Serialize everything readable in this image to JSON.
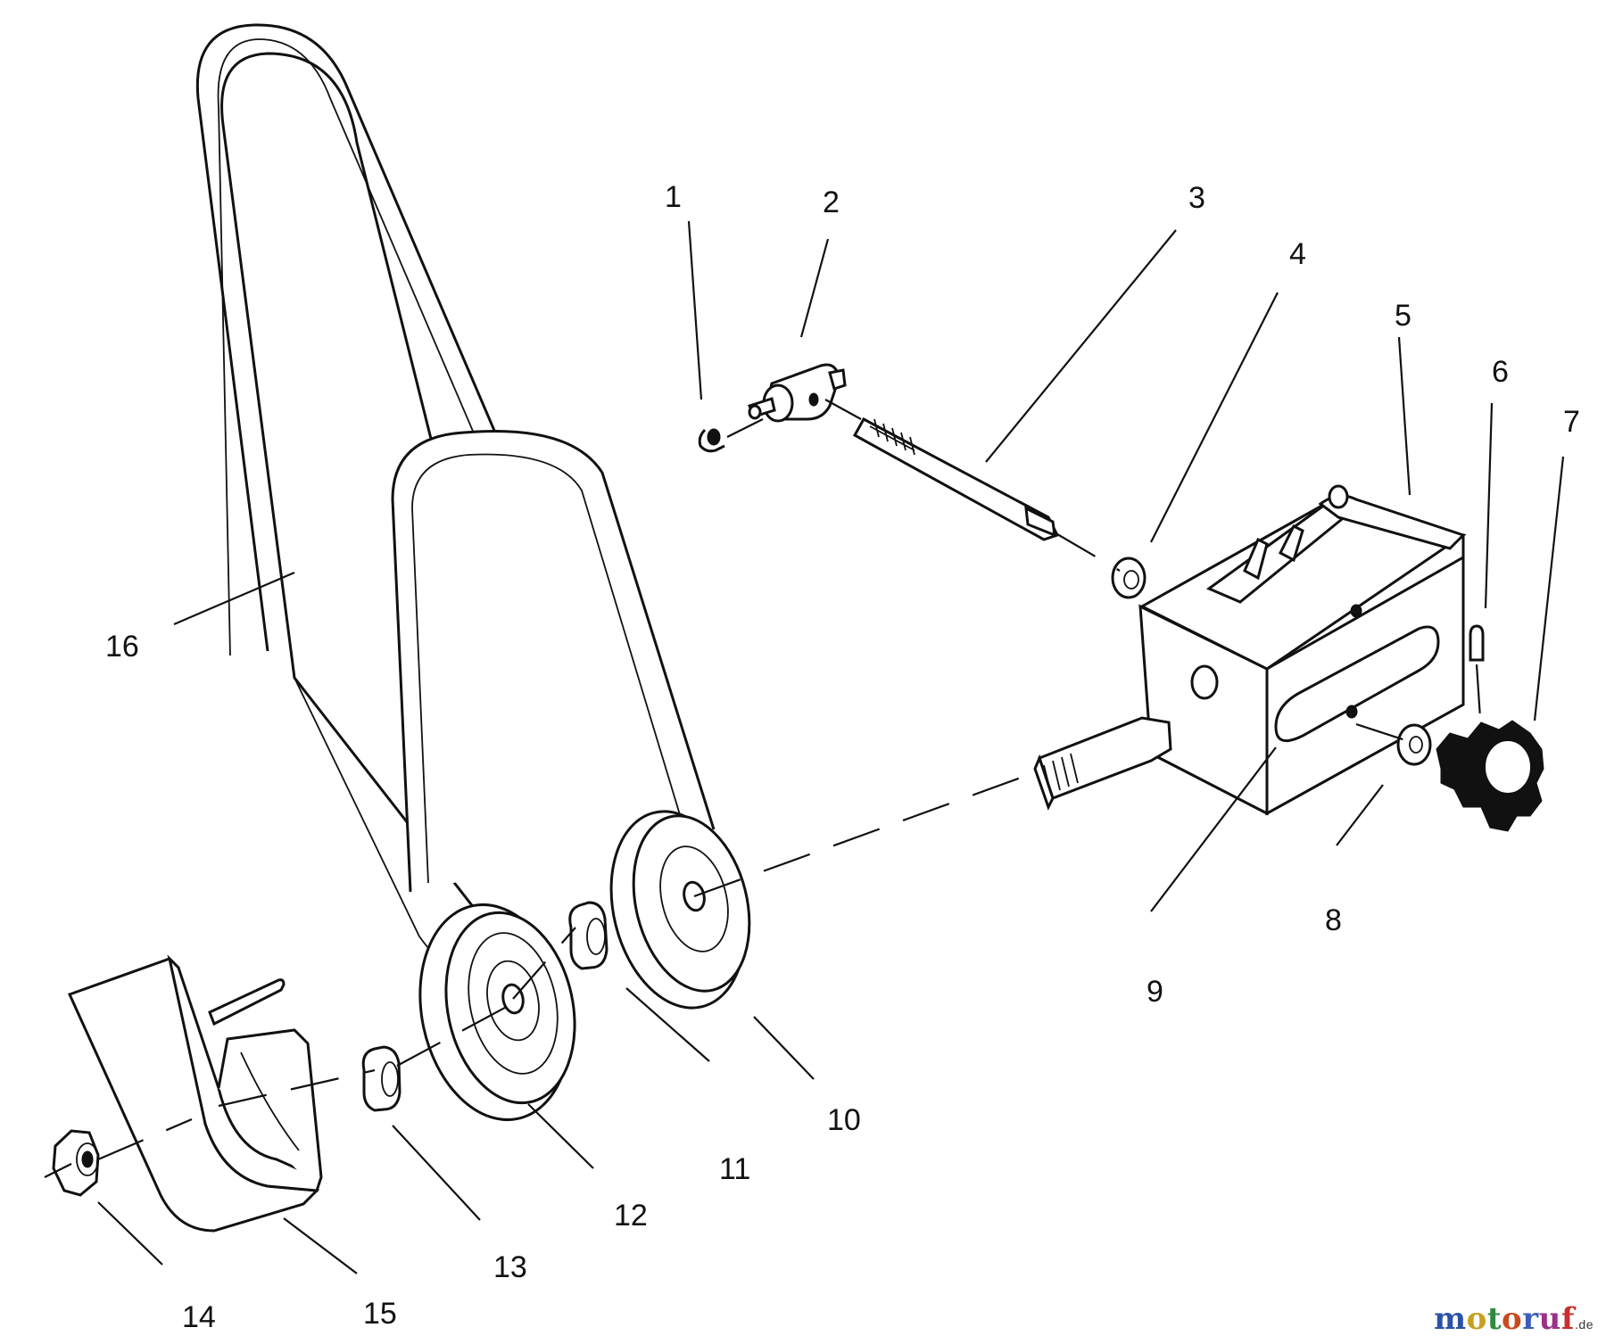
{
  "callouts": {
    "c1": "1",
    "c2": "2",
    "c3": "3",
    "c4": "4",
    "c5": "5",
    "c6": "6",
    "c7": "7",
    "c8": "8",
    "c9": "9",
    "c10": "10",
    "c11": "11",
    "c12": "12",
    "c13": "13",
    "c14": "14",
    "c15": "15",
    "c16": "16"
  },
  "watermark": {
    "letters": [
      "m",
      "o",
      "t",
      "o",
      "r",
      "u",
      "f"
    ],
    "suffix": ".de",
    "colors": [
      "#2a52a8",
      "#c8a020",
      "#2e8b3e",
      "#c84a20",
      "#3b5fb8",
      "#9b2f8a",
      "#c83030"
    ]
  }
}
